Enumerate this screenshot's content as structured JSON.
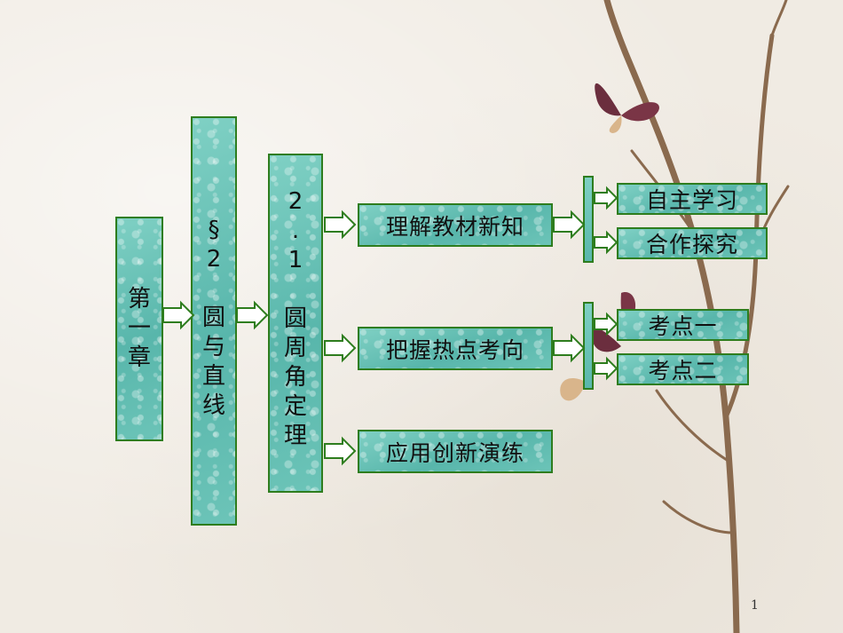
{
  "chapter": "第\n一\n章",
  "section": "§\n2\n\n圆\n与\n直\n线",
  "subsection": "2\n.\n1\n\n圆\n周\n角\n定\n理",
  "branches": [
    {
      "label": "理解教材新知",
      "children": [
        "自主学习",
        "合作探究"
      ]
    },
    {
      "label": "把握热点考向",
      "children": [
        "考点一",
        "考点二"
      ]
    },
    {
      "label": "应用创新演练",
      "children": []
    }
  ],
  "page_number": "1",
  "colors": {
    "box_fill": "#6cc4b8",
    "border": "#2e7d1e",
    "arrow": "#2e7d1e"
  }
}
